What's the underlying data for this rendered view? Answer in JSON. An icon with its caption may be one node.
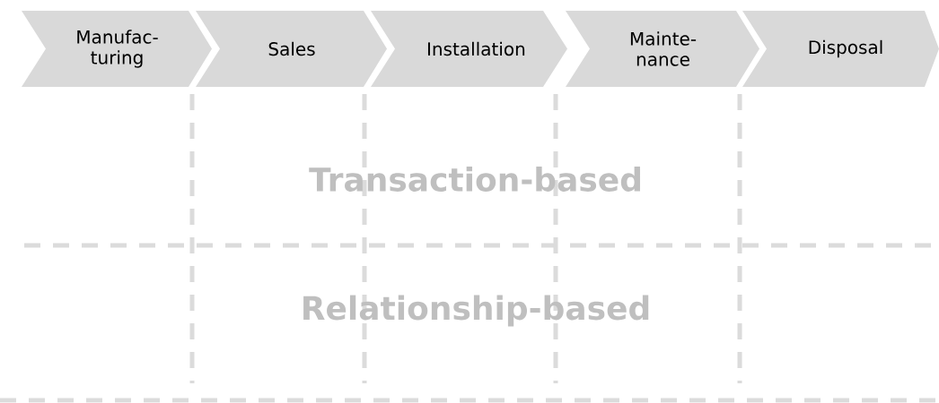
{
  "diagram": {
    "nodes": [
      {
        "text": [
          "Manufac- turing"
        ]
      },
      {
        "text": [
          "Sales"
        ]
      },
      {
        "text": [
          "Installation"
        ]
      },
      {
        "text": [
          "Mainte- nance"
        ]
      },
      {
        "text": [
          "Disposal"
        ]
      }
    ],
    "labels": [
      "Transaction-based",
      "Relationship-based"
    ]
  }
}
